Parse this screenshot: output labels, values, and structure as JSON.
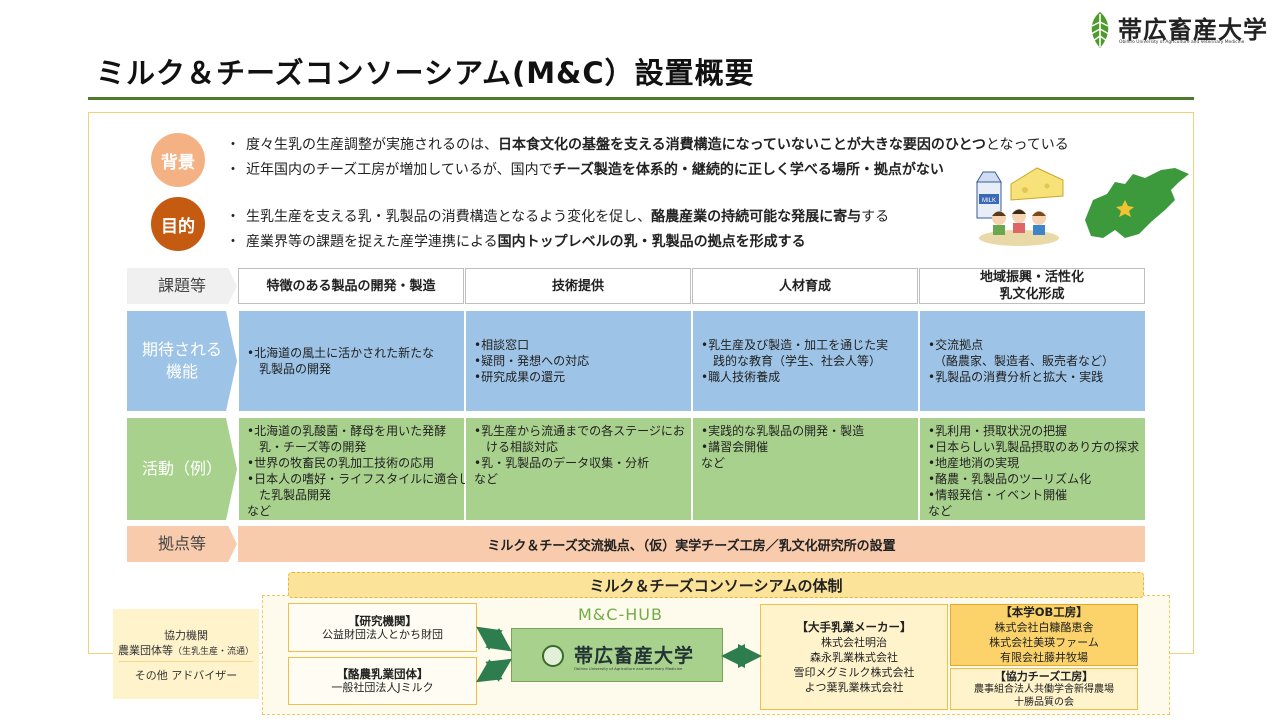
{
  "header": {
    "title": "ミルク＆チーズコンソーシアム(M&C）設置概要",
    "logo_name": "帯広畜産大学",
    "logo_sub": "Obihiro University of Agriculture and Veterinary Medicine"
  },
  "background": {
    "label": "背景",
    "items": [
      {
        "pre": "度々生乳の生産調整が実施されるのは、",
        "bold": "日本食文化の基盤を支える消費構造になっていないことが大きな要因のひとつ",
        "post": "となっている"
      },
      {
        "pre": "近年国内のチーズ工房が増加しているが、国内で",
        "bold": "チーズ製造を体系的・継続的に正しく学べる場所・拠点がない",
        "post": ""
      }
    ]
  },
  "purpose": {
    "label": "目的",
    "items": [
      {
        "pre": "生乳生産を支える乳・乳製品の消費構造となるよう変化を促し、",
        "bold": "酪農産業の持続可能な発展に寄与",
        "post": "する"
      },
      {
        "pre": "産業界等の課題を捉えた産学連携による",
        "bold": "国内トップレベルの乳・乳製品の拠点を形成する",
        "post": ""
      }
    ]
  },
  "illustration": {
    "milk_label": "MILK"
  },
  "grid": {
    "row_labels": {
      "issues": "課題等",
      "functions": [
        "期待される",
        "機能"
      ],
      "activities": "活動（例）",
      "base": "拠点等"
    },
    "columns": [
      {
        "header": [
          "特徴のある製品の開発・製造"
        ],
        "functions": [
          "•北海道の風土に活かされた新たな",
          "　乳製品の開発"
        ],
        "activities": [
          "•北海道の乳酸菌・酵母を用いた発酵",
          "　乳・チーズ等の開発",
          "•世界の牧畜民の乳加工技術の応用",
          "•日本人の嗜好・ライフスタイルに適合し",
          "　た乳製品開発",
          "など"
        ]
      },
      {
        "header": [
          "技術提供"
        ],
        "functions": [
          "•相談窓口",
          "•疑問・発想への対応",
          "•研究成果の還元"
        ],
        "activities": [
          "•乳生産から流通までの各ステージにお",
          "　ける相談対応",
          "•乳・乳製品のデータ収集・分析",
          "など"
        ]
      },
      {
        "header": [
          "人材育成"
        ],
        "functions": [
          "•乳生産及び製造・加工を通じた実",
          "　践的な教育（学生、社会人等）",
          "•職人技術養成"
        ],
        "activities": [
          "•実践的な乳製品の開発・製造",
          "•講習会開催",
          "など"
        ]
      },
      {
        "header": [
          "地域振興・活性化",
          "乳文化形成"
        ],
        "functions": [
          "•交流拠点",
          "　（酪農家、製造者、販売者など）",
          "•乳製品の消費分析と拡大・実践"
        ],
        "activities": [
          "•乳利用・摂取状況の把握",
          "•日本らしい乳製品摂取のあり方の探求",
          "•地産地消の実現",
          "•酪農・乳製品のツーリズム化",
          "•情報発信・イベント開催",
          "など"
        ]
      }
    ],
    "base_text": "ミルク＆チーズ交流拠点、（仮）実学チーズ工房／乳文化研究所の設置"
  },
  "consortium": {
    "title": "ミルク＆チーズコンソーシアムの体制",
    "cooperation": {
      "line1": "協力機関",
      "line2_main": "農業団体等",
      "line2_small": "（生乳生産・流通）",
      "line3": "その他 アドバイザー"
    },
    "research": {
      "head": "【研究機関】",
      "body": "公益財団法人とかち財団"
    },
    "dairy_org": {
      "head": "【酪農乳業団体】",
      "body": "一般社団法人Jミルク"
    },
    "hub_label": "M&C-HUB",
    "hub_name": "帯広畜産大学",
    "hub_sub": "Obihiro University of Agriculture and Veterinary Medicine",
    "makers": {
      "head": "【大手乳業メーカー】",
      "items": [
        "株式会社明治",
        "森永乳業株式会社",
        "雪印メグミルク株式会社",
        "よつ葉乳業株式会社"
      ]
    },
    "ob": {
      "head": "【本学OB工房】",
      "items": [
        "株式会社白糠酪恵舎",
        "株式会社美瑛ファーム",
        "有限会社藤井牧場"
      ]
    },
    "cheese": {
      "head": "【協力チーズ工房】",
      "items": [
        "農事組合法人共働学舎新得農場",
        "十勝品質の会"
      ]
    }
  },
  "colors": {
    "accent_green": "#4e7a2c",
    "background_circle": "#f4b183",
    "purpose_circle": "#c55a11",
    "function_blue": "#9dc3e6",
    "activity_green": "#a9d18e",
    "base_orange": "#f8cbad",
    "consortium_yellow": "#fbe39a"
  }
}
